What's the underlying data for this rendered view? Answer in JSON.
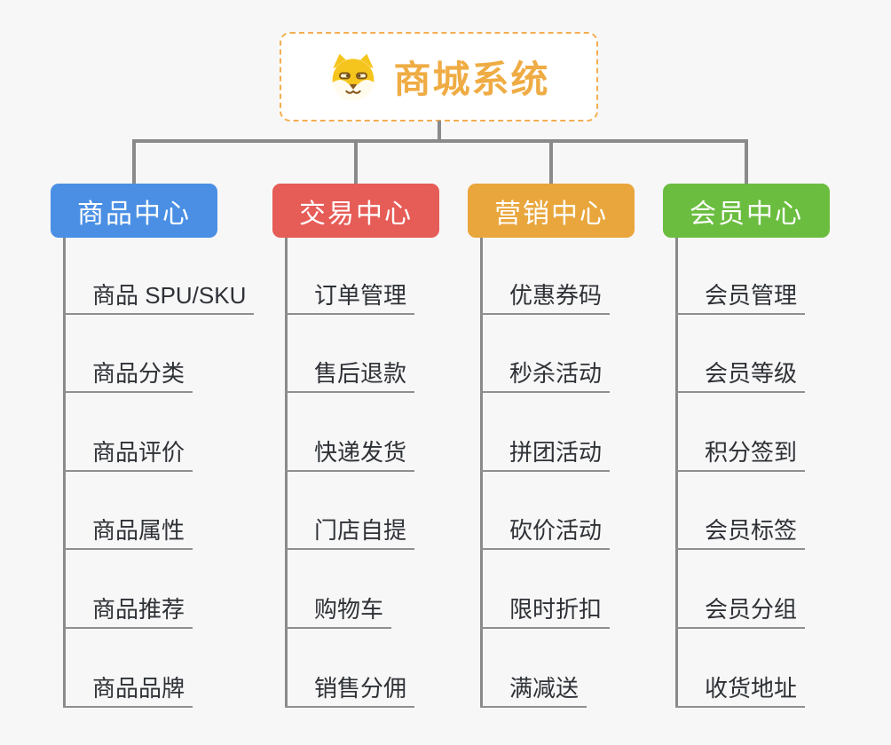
{
  "root": {
    "title": "商城系统",
    "icon": "dog-mascot"
  },
  "colors": {
    "background": "#f7f7f7",
    "root_text": "#efac44",
    "root_border": "#f3ae52",
    "connector": "#8a8a8a",
    "item_text": "#2e3136",
    "item_underline": "#8f8f8f",
    "branch_product": "#4a8fe4",
    "branch_trade": "#e65c57",
    "branch_marketing": "#e9a63c",
    "branch_member": "#6bbd40"
  },
  "branches": [
    {
      "title": "商品中心",
      "color": "#4a8fe4",
      "items": [
        "商品 SPU/SKU",
        "商品分类",
        "商品评价",
        "商品属性",
        "商品推荐",
        "商品品牌"
      ]
    },
    {
      "title": "交易中心",
      "color": "#e65c57",
      "items": [
        "订单管理",
        "售后退款",
        "快递发货",
        "门店自提",
        "购物车",
        "销售分佣"
      ]
    },
    {
      "title": "营销中心",
      "color": "#e9a63c",
      "items": [
        "优惠券码",
        "秒杀活动",
        "拼团活动",
        "砍价活动",
        "限时折扣",
        "满减送"
      ]
    },
    {
      "title": "会员中心",
      "color": "#6bbd40",
      "items": [
        "会员管理",
        "会员等级",
        "积分签到",
        "会员标签",
        "会员分组",
        "收货地址"
      ]
    }
  ]
}
